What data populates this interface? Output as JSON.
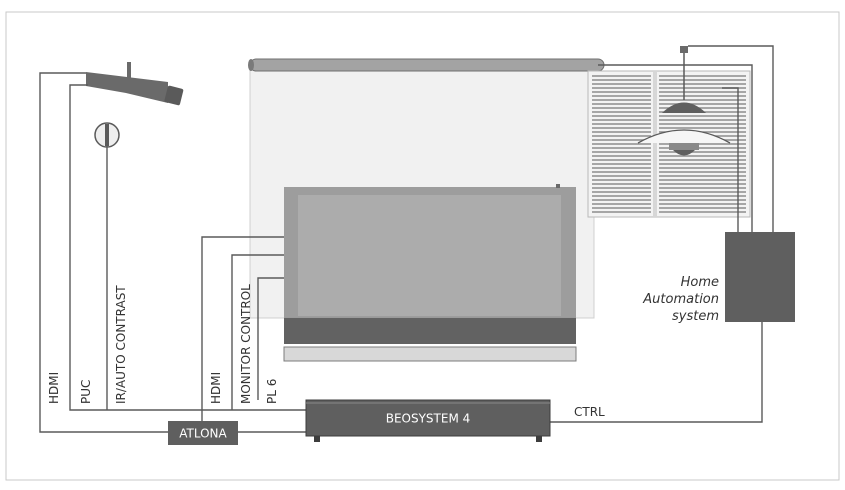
{
  "devices": {
    "beosystem": "BEOSYSTEM 4",
    "atlona": "ATLONA",
    "home_automation": [
      "Home",
      "Automation",
      "system"
    ]
  },
  "cable_labels": {
    "hdmi_camera": "HDMI",
    "puc": "PUC",
    "ir_auto_contrast": "IR/AUTO CONTRAST",
    "hdmi_tv": "HDMI",
    "monitor_control": "MONITOR CONTROL",
    "pl6": "PL 6",
    "ctrl": "CTRL"
  },
  "colors": {
    "device_dark": "#5f5f5f",
    "line": "#5a5a5a",
    "frame": "#bdbdbd",
    "screen_fill": "#ececec",
    "tv_body": "#8c8c8c",
    "tv_inner": "#a6a6a6"
  }
}
